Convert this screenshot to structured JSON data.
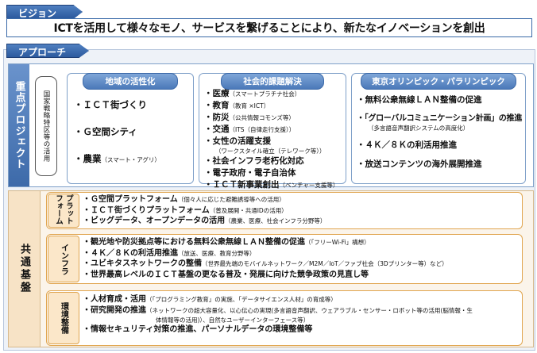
{
  "vision": {
    "label": "ビジョン",
    "text": "ICTを活用して様々なモノ、サービスを繋げることにより、新たなイノベーションを創出"
  },
  "approach": {
    "label": "アプローチ"
  },
  "priority_projects": {
    "label": "重点プロジェクト",
    "bracket": "国家戦略特区等の活用",
    "columns": [
      {
        "header": "地域の活性化",
        "items": [
          {
            "text": "・ＩＣＴ街づくり",
            "note": ""
          },
          {
            "text": "・Ｇ空間シティ",
            "note": ""
          },
          {
            "text": "・農業",
            "note": "（スマート・アグリ）"
          }
        ]
      },
      {
        "header": "社会的課題解決",
        "items": [
          {
            "text": "・医療",
            "note": "（スマートプラチナ社会）"
          },
          {
            "text": "・教育",
            "note": "（教育 ×ICT）"
          },
          {
            "text": "・防災",
            "note": "（公共情報コモンズ等）"
          },
          {
            "text": "・交通",
            "note": "（ITS（自律走行支援））"
          },
          {
            "text": "・女性の活躍支援",
            "note": ""
          },
          {
            "text": "",
            "note": "（ワークスタイル確立（テレワーク等））"
          },
          {
            "text": "・社会インフラ老朽化対応",
            "note": ""
          },
          {
            "text": "・電子政府・電子自治体",
            "note": ""
          },
          {
            "text": "・ＩＣＴ新事業創出",
            "note": "（ベンチャー支援等）"
          }
        ]
      },
      {
        "header": "東京オリンピック・パラリンピック",
        "items": [
          {
            "text": "・無料公衆無線ＬＡＮ整備の促進",
            "note": ""
          },
          {
            "text": "・「グローバルコミュニケーション計画」の推進",
            "note": ""
          },
          {
            "text": "",
            "note": "（多言語音声翻訳システムの高度化）"
          },
          {
            "text": "・４Ｋ／８Ｋの利活用推進",
            "note": ""
          },
          {
            "text": "・放送コンテンツの海外展開推進",
            "note": ""
          }
        ]
      }
    ]
  },
  "common_foundation": {
    "label": "共通基盤",
    "rows": [
      {
        "label": "プラットフォーム",
        "items": [
          {
            "text": "・Ｇ空間プラットフォーム",
            "note": "（個々人に応じた避難誘導等への活用）"
          },
          {
            "text": "・ＩＣＴ街づくりプラットフォーム",
            "note": "（普及展開・共通IDの活用）"
          },
          {
            "text": "・ビッグデータ、オープンデータの活用",
            "note": "（農業、医療、社会インフラ分野等）"
          }
        ]
      },
      {
        "label": "インフラ",
        "items": [
          {
            "text": "・観光地や防災拠点等における無料公衆無線ＬＡＮ整備の促進",
            "note": "（「フリーWi-Fi」構想）"
          },
          {
            "text": "・４Ｋ／８Ｋの利活用推進",
            "note": "（放送、医療、教育分野等）"
          },
          {
            "text": "・ユビキタスネットワークの整備",
            "note": "（世界最先端のモバイルネットワーク／M2M／IoT／ファブ社会（3Dプリンター等）など）"
          },
          {
            "text": "・世界最高レベルのＩＣＴ基盤の更なる普及・発展に向けた競争政策の見直し等",
            "note": ""
          }
        ]
      },
      {
        "label": "環境整備",
        "items": [
          {
            "text": "・人材育成・活用",
            "note": "（「プログラミング教育」の実施、「データサイエンス人材」の育成等）"
          },
          {
            "text": "・研究開発の推進",
            "note": "（ネットワークの超大容量化、以心伝心の実現(多言語音声翻訳、ウェアラブル・センサー・ロボット等の活用(脳情報・生"
          },
          {
            "text": "",
            "note": "体情報等の活用)）、自然なユーザーインターフェース等）"
          },
          {
            "text": "・情報セキュリティ対策の推進、パーソナルデータの環境整備等",
            "note": ""
          }
        ]
      }
    ]
  }
}
